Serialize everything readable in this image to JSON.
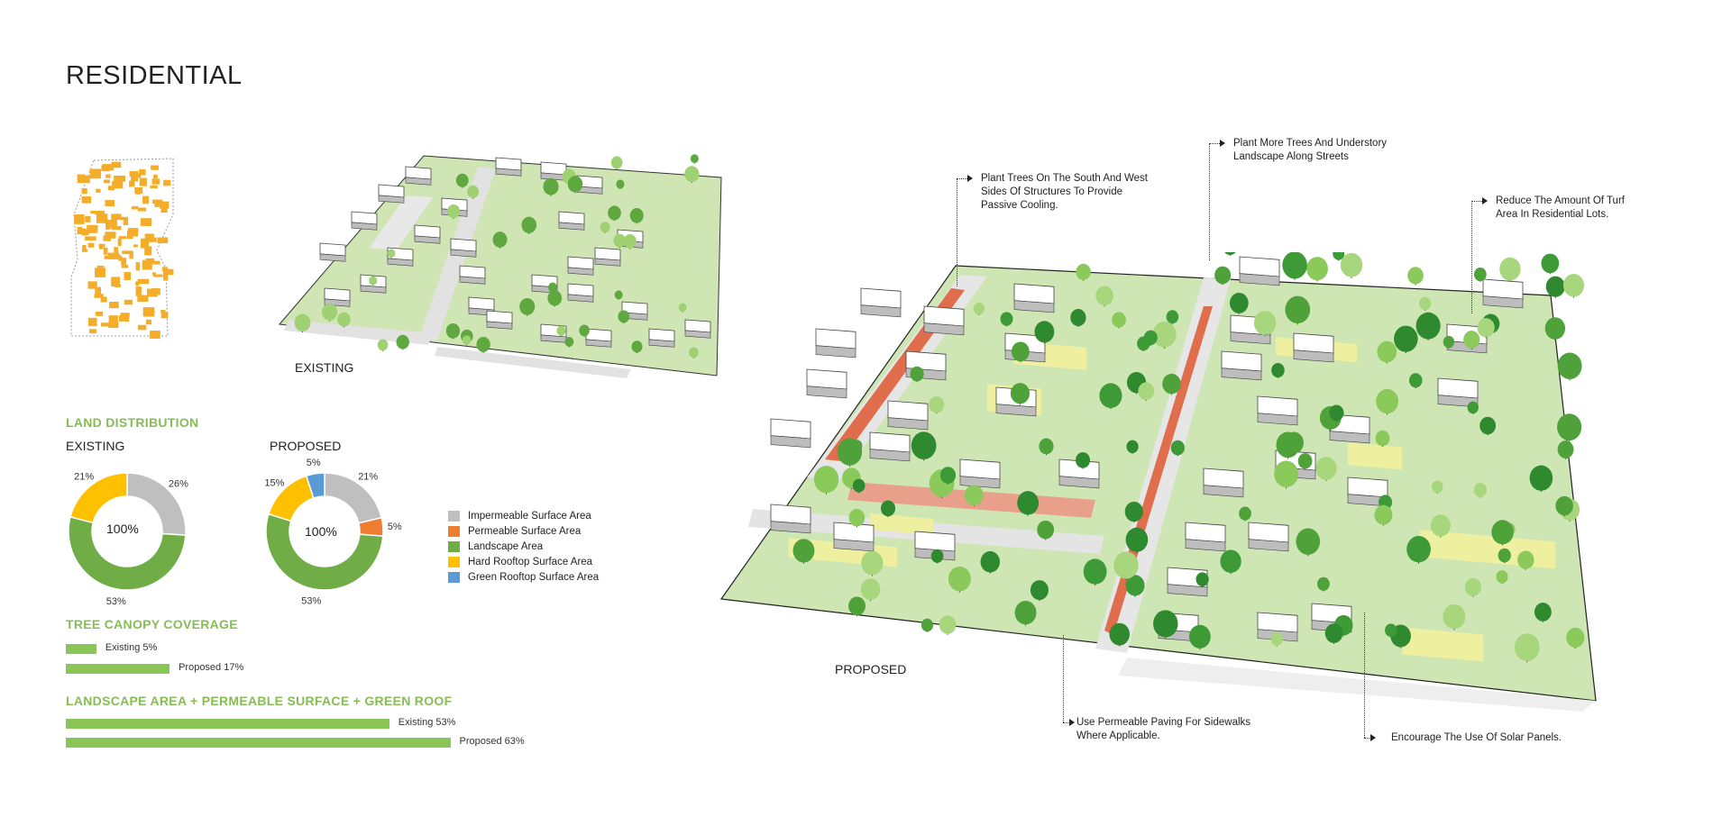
{
  "title": "RESIDENTIAL",
  "existing_label": "EXISTING",
  "proposed_label": "PROPOSED",
  "land_distribution": {
    "heading": "LAND DISTRIBUTION",
    "existing_title": "EXISTING",
    "proposed_title": "PROPOSED",
    "center_label": "100%",
    "legend": [
      {
        "label": "Impermeable Surface Area",
        "color": "#bfbfbf"
      },
      {
        "label": "Permeable Surface Area",
        "color": "#ed7d31"
      },
      {
        "label": "Landscape Area",
        "color": "#70ad47"
      },
      {
        "label": "Hard Rooftop Surface Area",
        "color": "#ffc000"
      },
      {
        "label": "Green Rooftop Surface Area",
        "color": "#5b9bd5"
      }
    ]
  },
  "chart_data": [
    {
      "type": "pie",
      "title": "EXISTING",
      "categories": [
        "Impermeable Surface Area",
        "Landscape Area",
        "Hard Rooftop Surface Area"
      ],
      "values": [
        26,
        53,
        21
      ],
      "labels": [
        "26%",
        "53%",
        "21%"
      ],
      "colors": [
        "#bfbfbf",
        "#70ad47",
        "#ffc000"
      ]
    },
    {
      "type": "pie",
      "title": "PROPOSED",
      "categories": [
        "Impermeable Surface Area",
        "Permeable Surface Area",
        "Landscape Area",
        "Hard Rooftop Surface Area",
        "Green Rooftop Surface Area"
      ],
      "values": [
        21,
        5,
        53,
        15,
        5
      ],
      "labels": [
        "21%",
        "5%",
        "53%",
        "15%",
        "5%"
      ],
      "colors": [
        "#bfbfbf",
        "#ed7d31",
        "#70ad47",
        "#ffc000",
        "#5b9bd5"
      ]
    },
    {
      "type": "bar",
      "title": "TREE CANOPY COVERAGE",
      "categories": [
        "Existing",
        "Proposed"
      ],
      "values": [
        5,
        17
      ],
      "labels": [
        "Existing 5%",
        "Proposed 17%"
      ]
    },
    {
      "type": "bar",
      "title": "LANDSCAPE AREA + PERMEABLE SURFACE + GREEN ROOF",
      "categories": [
        "Existing",
        "Proposed"
      ],
      "values": [
        53,
        63
      ],
      "labels": [
        "Existing 53%",
        "Proposed 63%"
      ]
    }
  ],
  "annotations": [
    {
      "text": [
        "Plant Trees On The South And West",
        "Sides Of Structures To Provide",
        "Passive Cooling."
      ]
    },
    {
      "text": [
        "Plant More Trees And Understory",
        "Landscape Along Streets"
      ]
    },
    {
      "text": [
        "Reduce The Amount Of Turf",
        "Area In Residential Lots."
      ]
    },
    {
      "text": [
        "Use Permeable Paving For Sidewalks",
        "Where Applicable."
      ]
    },
    {
      "text": [
        "Encourage The Use Of Solar Panels."
      ]
    }
  ]
}
